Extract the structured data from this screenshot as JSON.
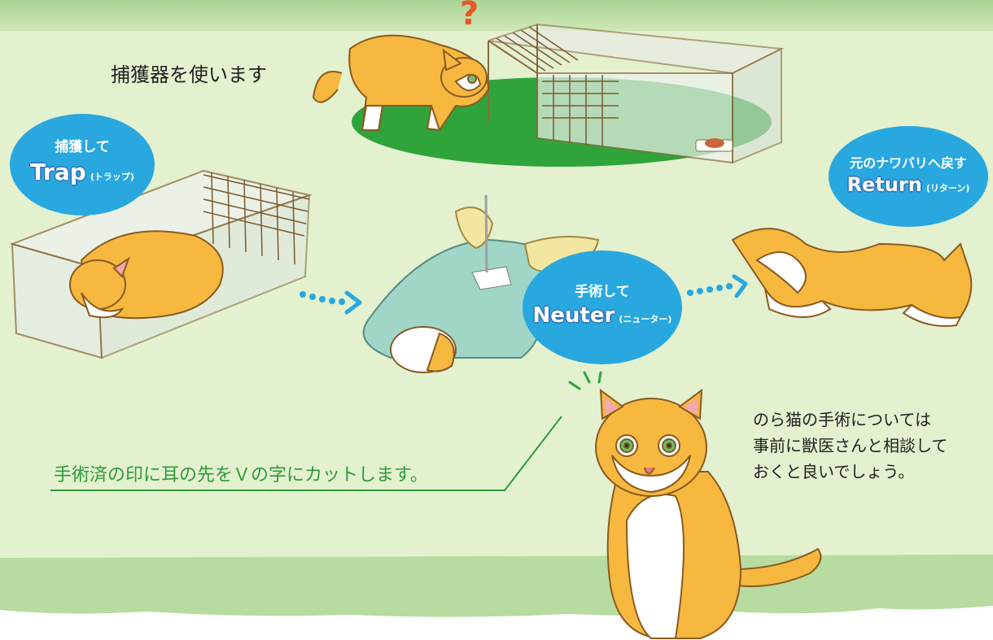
{
  "top_heading": "捕獲器を使います",
  "trap": {
    "jp": "捕獲して",
    "en": "Trap",
    "kana": "(トラップ)"
  },
  "neuter": {
    "jp": "手術して",
    "en": "Neuter",
    "kana": "(ニューター)"
  },
  "return_step": {
    "jp": "元のナワバリへ戻す",
    "en": "Return",
    "kana": "(リターン)"
  },
  "ear_note": "手術済の印に耳の先をＶの字にカットします。",
  "vet_note": [
    "のら猫の手術については",
    "事前に獣医さんと相談して",
    "おくと良いでしょう。"
  ],
  "question_mark": "?",
  "colors": {
    "background": "#e3f1cf",
    "band": "#b8dca0",
    "bubble": "#29a8e0",
    "cat_orange": "#f6b83f",
    "note_green": "#2e9a3a",
    "grass": "#2fa43a",
    "drape": "#9fd6c8"
  },
  "icons": [
    "question-mark-icon",
    "arrow-dots-icon",
    "cat-illustration",
    "trap-cage-illustration"
  ]
}
